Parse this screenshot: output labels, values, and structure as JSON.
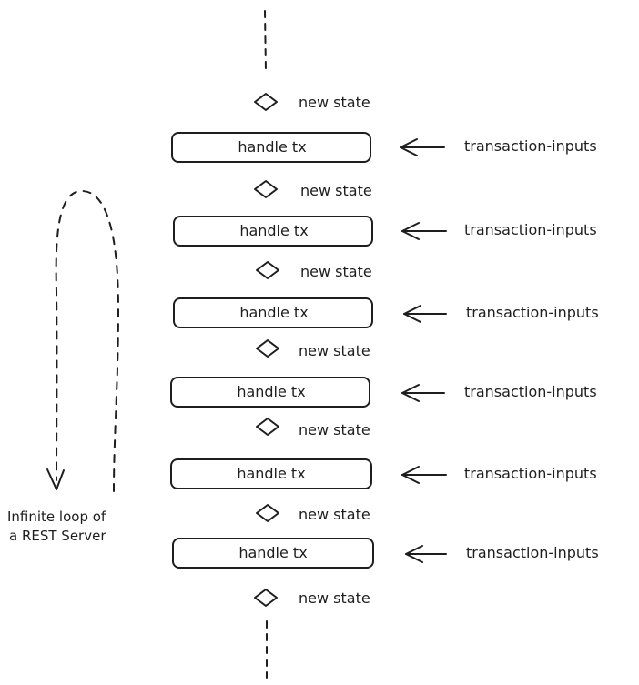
{
  "diagram": {
    "loop_label_line1": "Infinite loop of",
    "loop_label_line2": "a REST Server",
    "steps": [
      {
        "box_label": "handle tx",
        "input_label": "transaction-inputs",
        "state_label": "new state"
      },
      {
        "box_label": "handle tx",
        "input_label": "transaction-inputs",
        "state_label": "new state"
      },
      {
        "box_label": "handle tx",
        "input_label": "transaction-inputs",
        "state_label": "new state"
      },
      {
        "box_label": "handle tx",
        "input_label": "transaction-inputs",
        "state_label": "new state"
      },
      {
        "box_label": "handle tx",
        "input_label": "transaction-inputs",
        "state_label": "new state"
      },
      {
        "box_label": "handle tx",
        "input_label": "transaction-inputs",
        "state_label": "new state"
      }
    ],
    "initial_state_label": "new state",
    "colors": {
      "stroke": "#1e1e1e",
      "background": "#ffffff"
    }
  }
}
